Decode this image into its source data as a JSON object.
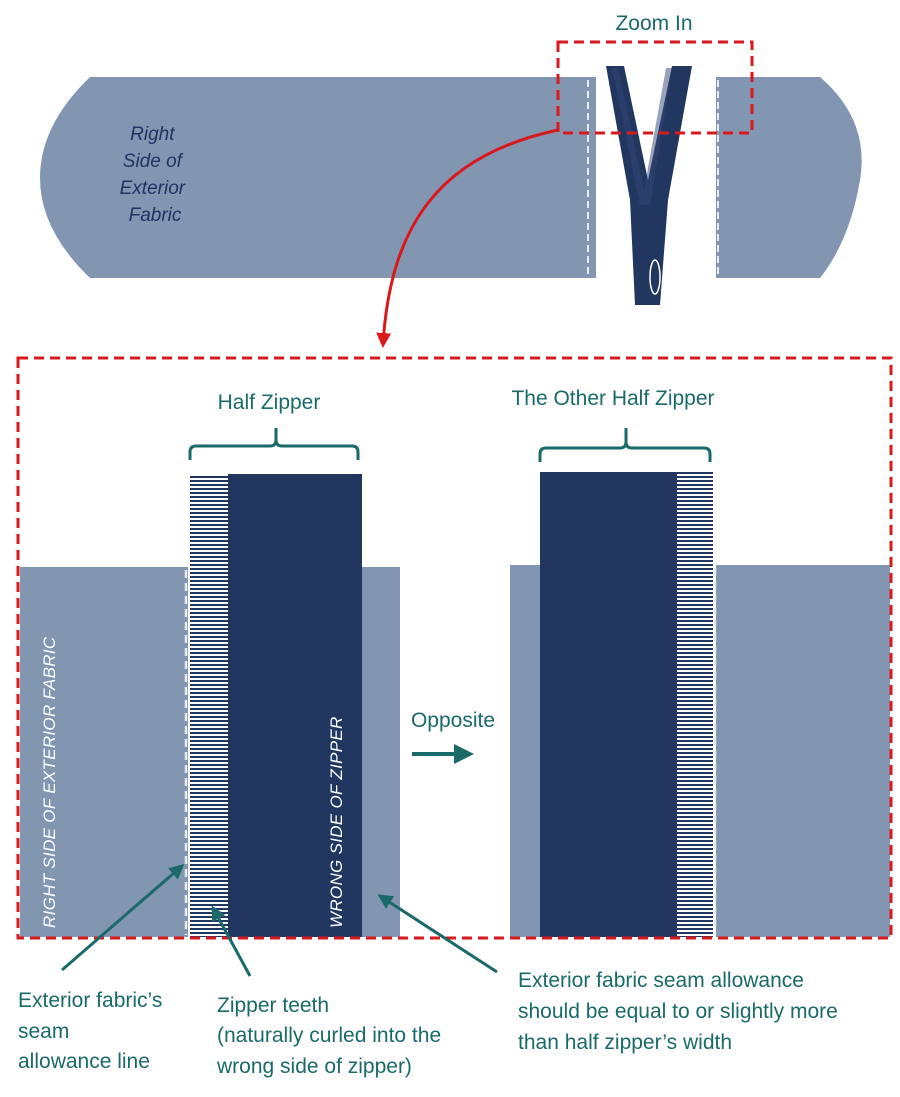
{
  "colors": {
    "fabric": "#8296b2",
    "zipper": "#21375f",
    "teal": "#1a6a6a",
    "red": "#d9191c",
    "stitch": "#e6ebf2"
  },
  "top": {
    "zoom_label": "Zoom In",
    "fabric_label_lines": [
      "Right",
      "Side of",
      "Exterior",
      "Fabric"
    ]
  },
  "detail": {
    "half_zipper_label": "Half Zipper",
    "other_half_label": "The Other Half Zipper",
    "opposite_label": "Opposite",
    "right_side_fabric_label": "RIGHT SIDE OF EXTERIOR FABRIC",
    "wrong_side_zipper_label": "WRONG SIDE OF ZIPPER"
  },
  "callouts": {
    "seam_line": [
      "Exterior fabric’s",
      "seam",
      "allowance line"
    ],
    "zipper_teeth": [
      "Zipper teeth",
      "(naturally curled into the",
      "wrong side of zipper)"
    ],
    "seam_allowance": [
      "Exterior fabric seam allowance",
      "should be equal to or slightly more",
      "than half zipper’s width"
    ]
  }
}
